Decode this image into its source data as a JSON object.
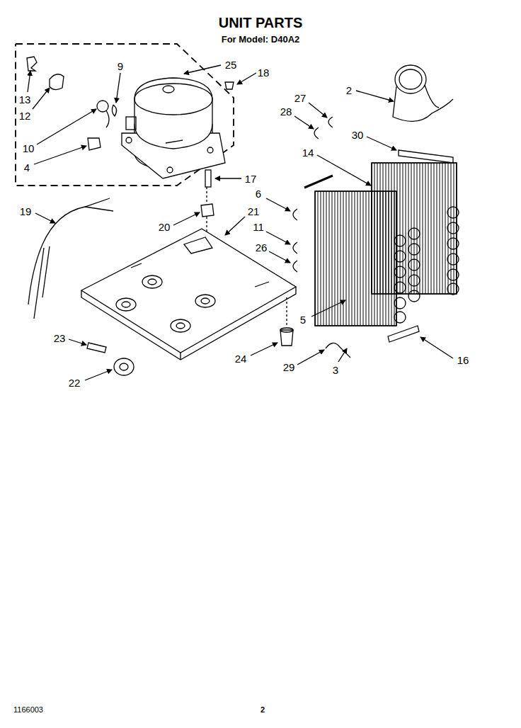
{
  "diagram": {
    "title": "UNIT PARTS",
    "labels": [
      "For Model: D40A2",
      "13",
      "12",
      "9",
      "25",
      "18",
      "10",
      "4",
      "2",
      "27",
      "28",
      "30",
      "14",
      "17",
      "6",
      "19",
      "21",
      "20",
      "11",
      "26",
      "5",
      "23",
      "24",
      "29",
      "3",
      "16",
      "22",
      "1166003",
      "2"
    ]
  }
}
